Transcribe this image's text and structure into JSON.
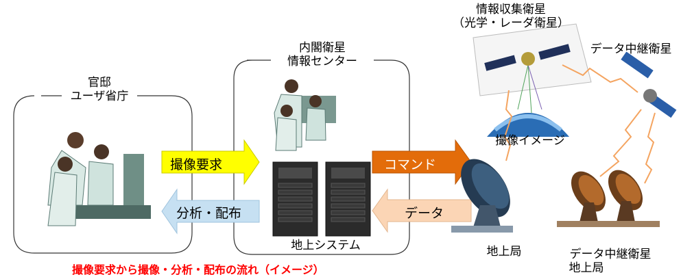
{
  "labels": {
    "kantei_line1": "官邸",
    "kantei_line2": "ユーザ省庁",
    "cabinet_line1": "内閣衛星",
    "cabinet_line2": "情報センター",
    "info_sat_line1": "情報収集衛星",
    "info_sat_line2": "（光学・レーダ衛星）",
    "relay_sat": "データ中継衛星",
    "image": "撮像イメージ",
    "ground_system": "地上システム",
    "ground_station": "地上局",
    "relay_ground_line1": "データ中継衛星",
    "relay_ground_line2": "地上局"
  },
  "arrows": {
    "request": "撮像要求",
    "analysis": "分析・配布",
    "command": "コマンド",
    "data": "データ"
  },
  "caption": "撮像要求から撮像・分析・配布の流れ（イメージ）",
  "colors": {
    "request_arrow": "#ffff00",
    "analysis_arrow": "#c6e0f2",
    "command_arrow": "#e36c0a",
    "data_arrow": "#fbd5b5",
    "caption": "#ff0000",
    "link_line": "#f4a460"
  }
}
